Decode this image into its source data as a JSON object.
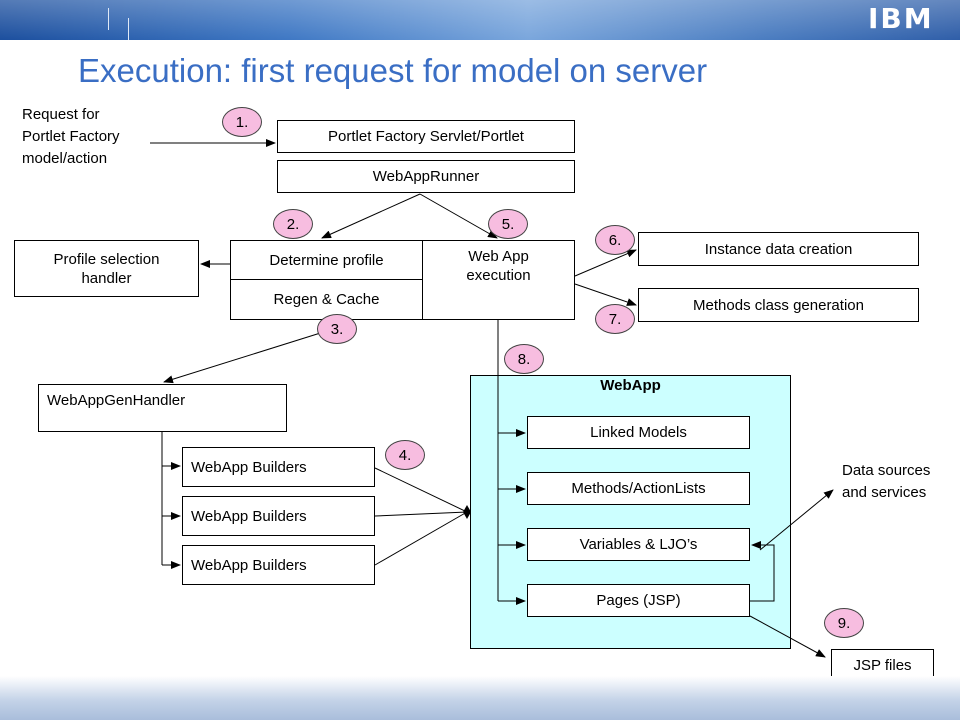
{
  "header": {
    "logo": "IBM"
  },
  "title": "Execution:  first request for model on server",
  "request_note": [
    "Request for",
    "Portlet Factory",
    "model/action"
  ],
  "boxes": {
    "servlet": "Portlet Factory Servlet/Portlet",
    "runner": "WebAppRunner",
    "determine": "Determine profile",
    "regen": "Regen & Cache",
    "webapp_exec": [
      "Web App",
      "execution"
    ],
    "profile_handler": [
      "Profile selection",
      "handler"
    ],
    "instance_data": "Instance data creation",
    "methods_class": "Methods class generation",
    "gen_handler": "WebAppGenHandler",
    "builders": [
      "WebApp Builders",
      "WebApp Builders",
      "WebApp Builders"
    ],
    "linked": "Linked Models",
    "methods_lists": "Methods/ActionLists",
    "variables": "Variables & LJO’s",
    "pages": "Pages (JSP)",
    "jsp_files": "JSP files"
  },
  "webapp_panel": "WebApp",
  "data_sources": [
    "Data sources",
    "and services"
  ],
  "steps": [
    "1.",
    "2.",
    "3.",
    "4.",
    "5.",
    "6.",
    "7.",
    "8.",
    "9."
  ],
  "colors": {
    "title": "#3a6ec4",
    "badge": "#f7bde0",
    "panel": "#ccffff"
  }
}
